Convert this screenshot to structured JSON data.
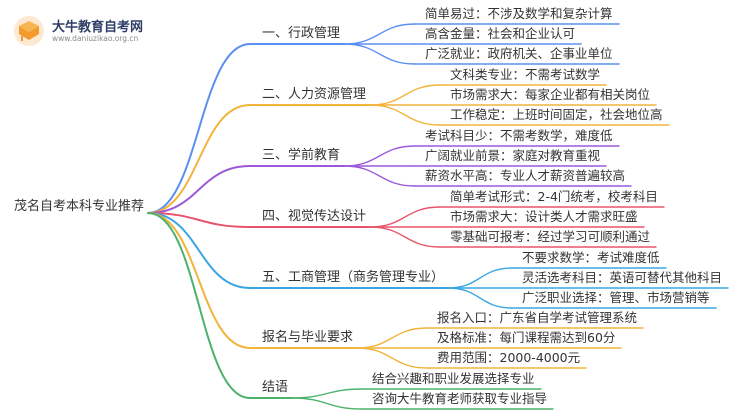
{
  "logo": {
    "name": "大牛教育自考网",
    "url": "www.daniuzikao.org.cn"
  },
  "root": {
    "label": "茂名自考本科专业推荐"
  },
  "branches": [
    {
      "label": "一、行政管理",
      "color": "#5b8ff0",
      "leaves": [
        "简单易过：不涉及数学和复杂计算",
        "高含金量：社会和企业认可",
        "广泛就业：政府机关、企事业单位"
      ]
    },
    {
      "label": "二、人力资源管理",
      "color": "#f2b33a",
      "leaves": [
        "文科类专业：不需考试数学",
        "市场需求大：每家企业都有相关岗位",
        "工作稳定：上班时间固定，社会地位高"
      ]
    },
    {
      "label": "三、学前教育",
      "color": "#9b59d9",
      "leaves": [
        "考试科目少：不需考数学，难度低",
        "广阔就业前景：家庭对教育重视",
        "薪资水平高：专业人才薪资普遍较高"
      ]
    },
    {
      "label": "四、视觉传达设计",
      "color": "#e8546b",
      "leaves": [
        "简单考试形式：2-4门统考，校考科目",
        "市场需求大：设计类人才需求旺盛",
        "零基础可报考：经过学习可顺利通过"
      ]
    },
    {
      "label": "五、工商管理（商务管理专业）",
      "color": "#3aa6e0",
      "leaves": [
        "不要求数学：考试难度低",
        "灵活选考科目：英语可替代其他科目",
        "广泛职业选择：管理、市场营销等"
      ]
    },
    {
      "label": "报名与毕业要求",
      "color": "#f2b33a",
      "leaves": [
        "报名入口：广东省自学考试管理系统",
        "及格标准：每门课程需达到60分",
        "费用范围：2000-4000元"
      ]
    },
    {
      "label": "结语",
      "color": "#4cb26b",
      "leaves": [
        "结合兴趣和职业发展选择专业",
        "咨询大牛教育老师获取专业指导"
      ]
    }
  ]
}
